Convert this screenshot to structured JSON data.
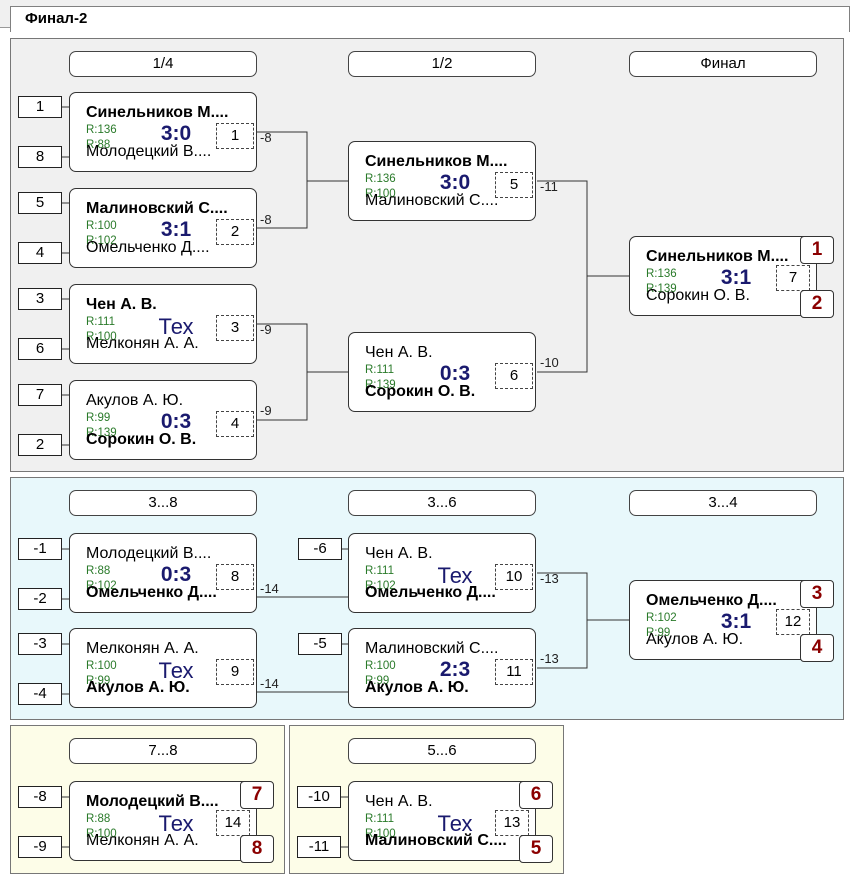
{
  "title": "Финал-2",
  "main": {
    "headers": [
      "1/4",
      "1/2",
      "Финал"
    ],
    "seeds": [
      "1",
      "8",
      "5",
      "4",
      "3",
      "6",
      "7",
      "2"
    ],
    "matches": [
      {
        "p1": "Синельников М....",
        "p1_bold": true,
        "r1": "R:136",
        "p2": "Молодецкий В....",
        "p2_bold": false,
        "r2": "R:88",
        "score": "3:0",
        "num": "1",
        "out": "-8"
      },
      {
        "p1": "Малиновский С....",
        "p1_bold": true,
        "r1": "R:100",
        "p2": "Омельченко Д....",
        "p2_bold": false,
        "r2": "R:102",
        "score": "3:1",
        "num": "2",
        "out": "-8"
      },
      {
        "p1": "Чен А. В.",
        "p1_bold": true,
        "r1": "R:111",
        "p2": "Мелконян А. А.",
        "p2_bold": false,
        "r2": "R:100",
        "score": "Тех",
        "num": "3",
        "out": "-9"
      },
      {
        "p1": "Акулов А. Ю.",
        "p1_bold": false,
        "r1": "R:99",
        "p2": "Сорокин О. В.",
        "p2_bold": true,
        "r2": "R:139",
        "score": "0:3",
        "num": "4",
        "out": "-9"
      },
      {
        "p1": "Синельников М....",
        "p1_bold": true,
        "r1": "R:136",
        "p2": "Малиновский С....",
        "p2_bold": false,
        "r2": "R:100",
        "score": "3:0",
        "num": "5",
        "out": "-11"
      },
      {
        "p1": "Чен А. В.",
        "p1_bold": false,
        "r1": "R:111",
        "p2": "Сорокин О. В.",
        "p2_bold": true,
        "r2": "R:139",
        "score": "0:3",
        "num": "6",
        "out": "-10"
      },
      {
        "p1": "Синельников М....",
        "p1_bold": true,
        "r1": "R:136",
        "p2": "Сорокин О. В.",
        "p2_bold": false,
        "r2": "R:139",
        "score": "3:1",
        "num": "7",
        "place1": "1",
        "place2": "2"
      }
    ]
  },
  "consolation": {
    "headers": [
      "3...8",
      "3...6",
      "3...4"
    ],
    "seeds": [
      "-1",
      "-2",
      "-3",
      "-4",
      "-6",
      "-5"
    ],
    "matches": [
      {
        "p1": "Молодецкий В....",
        "p1_bold": false,
        "r1": "R:88",
        "p2": "Омельченко Д....",
        "p2_bold": true,
        "r2": "R:102",
        "score": "0:3",
        "num": "8",
        "out": "-14"
      },
      {
        "p1": "Мелконян А. А.",
        "p1_bold": false,
        "r1": "R:100",
        "p2": "Акулов А. Ю.",
        "p2_bold": true,
        "r2": "R:99",
        "score": "Тех",
        "num": "9",
        "out": "-14"
      },
      {
        "p1": "Чен А. В.",
        "p1_bold": false,
        "r1": "R:111",
        "p2": "Омельченко Д....",
        "p2_bold": true,
        "r2": "R:102",
        "score": "Тех",
        "num": "10",
        "out": "-13"
      },
      {
        "p1": "Малиновский С....",
        "p1_bold": false,
        "r1": "R:100",
        "p2": "Акулов А. Ю.",
        "p2_bold": true,
        "r2": "R:99",
        "score": "2:3",
        "num": "11",
        "out": "-13"
      },
      {
        "p1": "Омельченко Д....",
        "p1_bold": true,
        "r1": "R:102",
        "p2": "Акулов А. Ю.",
        "p2_bold": false,
        "r2": "R:99",
        "score": "3:1",
        "num": "12",
        "place1": "3",
        "place2": "4"
      }
    ]
  },
  "place78": {
    "header": "7...8",
    "seeds": [
      "-8",
      "-9"
    ],
    "match": {
      "p1": "Молодецкий В....",
      "p1_bold": true,
      "r1": "R:88",
      "p2": "Мелконян А. А.",
      "p2_bold": false,
      "r2": "R:100",
      "score": "Тех",
      "num": "14",
      "place1": "7",
      "place2": "8"
    }
  },
  "place56": {
    "header": "5...6",
    "seeds": [
      "-10",
      "-11"
    ],
    "match": {
      "p1": "Чен А. В.",
      "p1_bold": false,
      "r1": "R:111",
      "p2": "Малиновский С....",
      "p2_bold": true,
      "r2": "R:100",
      "score": "Тех",
      "num": "13",
      "place1": "6",
      "place2": "5"
    }
  },
  "colors": {
    "main_bg": "#f0f0f0",
    "consolation_bg": "#e8f8fb",
    "place_bg": "#fdfde8",
    "place_text": "#8b0000",
    "score_text": "#1a1a6e",
    "rating_text": "#2a7a2a"
  }
}
